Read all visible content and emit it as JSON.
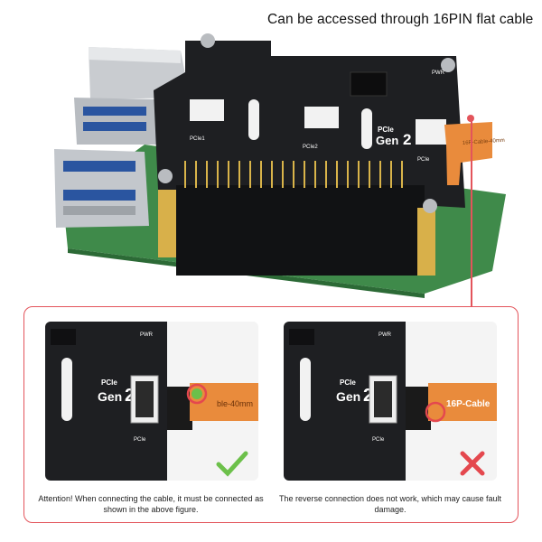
{
  "header": {
    "caption": "Can be accessed through 16PIN flat cable"
  },
  "board": {
    "title": "PCIe TO 2-CH PCIe HAT",
    "port1_label": "PCIe1",
    "port2_label": "PCIe2",
    "port3_label": "PCIe",
    "gen_label_top": "PCIe",
    "gen_label_main": "Gen",
    "gen_label_num": "2",
    "pwr_label": "PWR",
    "cable_text": "16P-Cable-40mm"
  },
  "panels": {
    "correct": {
      "gen_top": "PCIe",
      "gen_main": "Gen",
      "gen_num": "2",
      "port_label": "PCIe",
      "pwr_label": "PWR",
      "cable_text": "ble-40mm",
      "note": "Attention! When connecting the cable, it must be connected as shown in the above figure."
    },
    "wrong": {
      "gen_top": "PCIe",
      "gen_main": "Gen",
      "gen_num": "2",
      "port_label": "PCIe",
      "pwr_label": "PWR",
      "cable_text": "16P-Cable",
      "note": "The reverse connection does not work, which may cause fault damage."
    }
  },
  "colors": {
    "accent": "#e3545b",
    "board": "#1e1f22",
    "cable": "#e98b3c",
    "check": "#6cc04a",
    "cross": "#e4484e",
    "pcb_green": "#3f8a4a"
  },
  "icons": {
    "correct": "check-icon",
    "wrong": "cross-icon"
  }
}
